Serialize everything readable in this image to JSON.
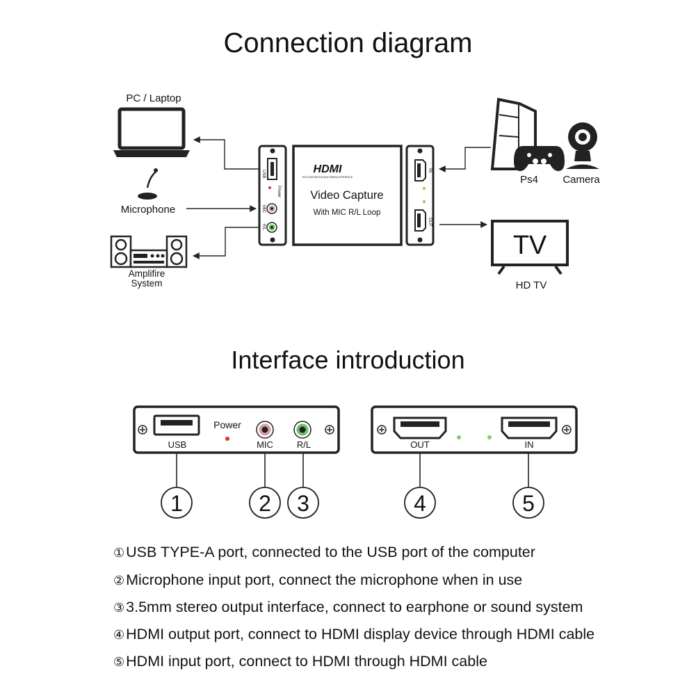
{
  "titles": {
    "connection": "Connection diagram",
    "interface": "Interface introduction"
  },
  "devices": {
    "pc": "PC / Laptop",
    "microphone": "Microphone",
    "amplifier_line1": "Amplifire",
    "amplifier_line2": "System",
    "ps4": "Ps4",
    "camera": "Camera",
    "tv_screen": "TV",
    "hdtv": "HD TV"
  },
  "capture_box": {
    "logo": "HDMI",
    "tagline": "HIGH-DEFINITION MULTIMEDIA INTERFACE",
    "name": "Video Capture",
    "subtitle": "With MIC R/L Loop",
    "small_usb": "USB",
    "small_power": "Power",
    "small_mic": "MIC",
    "small_rl": "R/L",
    "small_in": "IN",
    "small_out": "OUT"
  },
  "panel_left": {
    "usb": "USB",
    "power": "Power",
    "mic": "MIC",
    "rl": "R/L"
  },
  "panel_right": {
    "out": "OUT",
    "in": "IN"
  },
  "callouts": [
    "1",
    "2",
    "3",
    "4",
    "5"
  ],
  "descriptions": [
    {
      "marker": "①",
      "text": "USB TYPE-A port, connected to the USB port of the computer"
    },
    {
      "marker": "②",
      "text": "Microphone input port, connect the microphone when in use"
    },
    {
      "marker": "③",
      "text": "3.5mm stereo output interface, connect to earphone or sound system"
    },
    {
      "marker": "④",
      "text": "HDMI output port, connect to HDMI display device through HDMI cable"
    },
    {
      "marker": "⑤",
      "text": "HDMI input port, connect to HDMI through HDMI cable"
    }
  ],
  "colors": {
    "mic_port": "#d9a0a4",
    "rl_port": "#6fbf6a",
    "power_led": "#e03030",
    "status_led": "#7fcf60"
  }
}
